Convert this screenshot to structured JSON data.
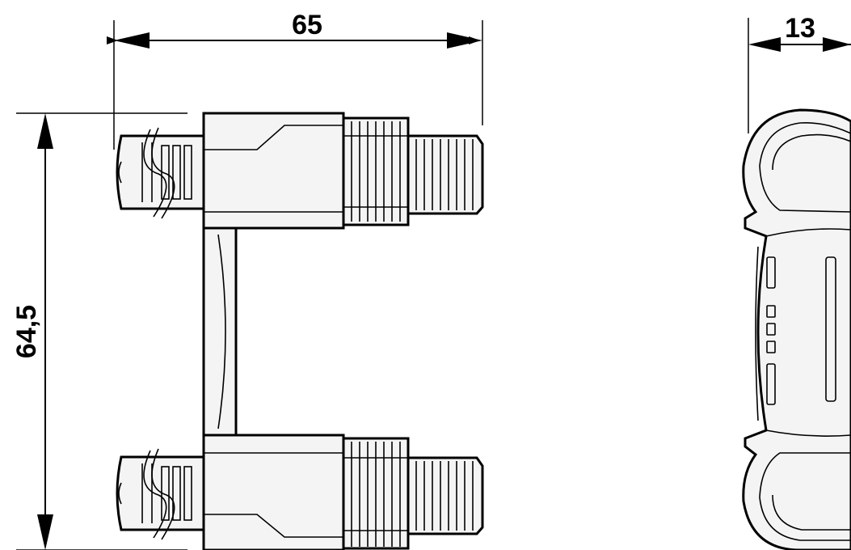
{
  "drawing": {
    "dimensions": {
      "width_label": "65",
      "height_label": "64,5",
      "depth_label": "13"
    }
  }
}
